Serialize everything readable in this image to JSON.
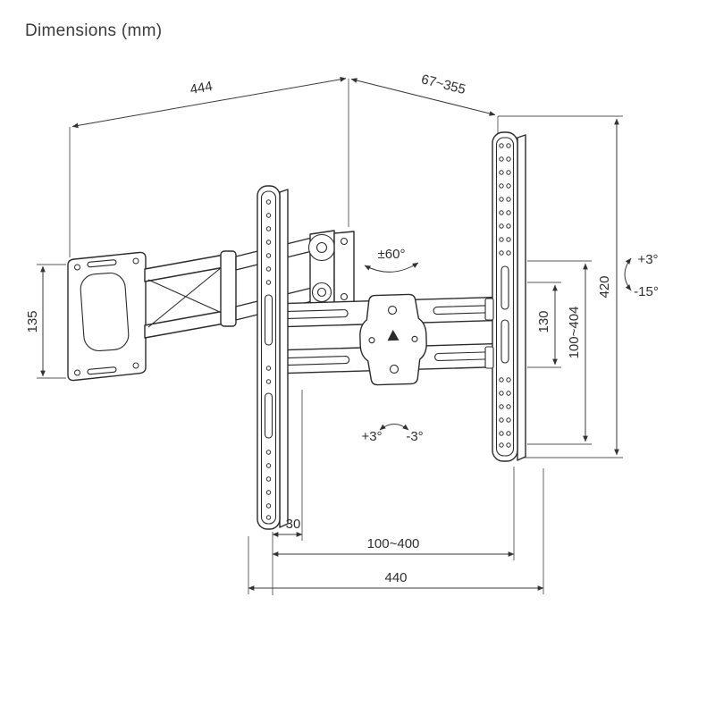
{
  "title": "Dimensions (mm)",
  "labels": {
    "plate_width": "444",
    "extension_depth": "67~355",
    "plate_height": "135",
    "swivel_range": "±60°",
    "tilt_up": "+3°",
    "tilt_down": "-15°",
    "total_height": "420",
    "vesa_vertical_range": "100~404",
    "hole_spacing": "130",
    "level_plus": "+3°",
    "level_minus": "-3°",
    "rail_width": "30",
    "vesa_horizontal_range": "100~400",
    "crossbar_width": "440"
  }
}
